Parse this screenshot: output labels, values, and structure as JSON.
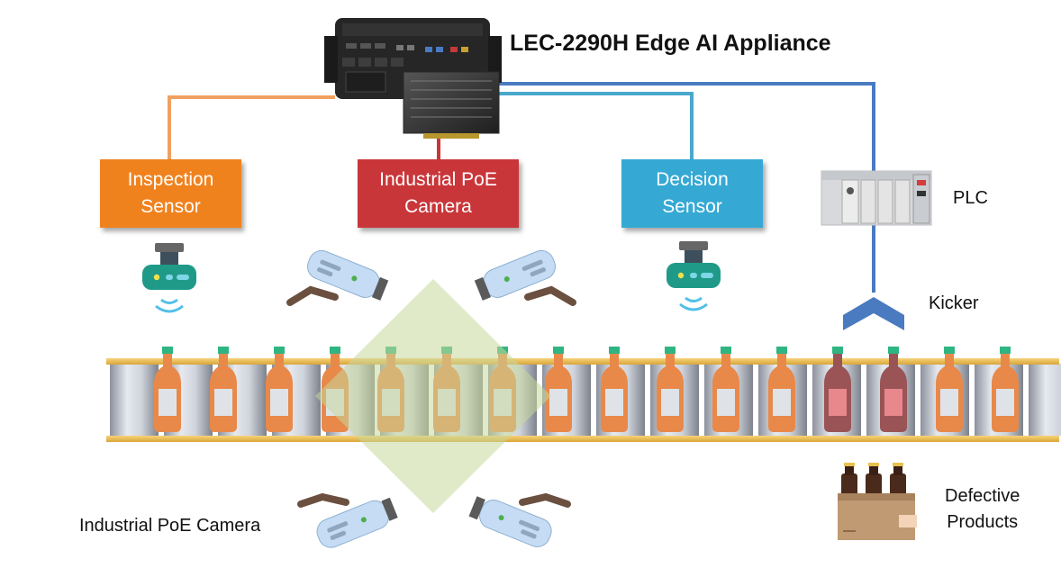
{
  "title": "LEC-2290H Edge AI Appliance",
  "boxes": {
    "inspection": {
      "line1": "Inspection",
      "line2": "Sensor",
      "color": "#f0821e"
    },
    "camera": {
      "line1": "Industrial PoE",
      "line2": "Camera",
      "color": "#c9363a"
    },
    "decision": {
      "line1": "Decision",
      "line2": "Sensor",
      "color": "#35a9d4"
    }
  },
  "labels": {
    "plc": "PLC",
    "kicker": "Kicker",
    "camera_bottom": "Industrial PoE Camera",
    "defective_line1": "Defective",
    "defective_line2": "Products"
  },
  "colors": {
    "line_orange": "#f0a060",
    "line_red": "#c9363a",
    "line_cyan": "#4aa8cc",
    "line_blue": "#4a7bc0",
    "bottle_ok": "#e8894a",
    "bottle_defect": "#9a5456",
    "cap": "#2fb582",
    "inspection_zone": "#c7d79a"
  },
  "icons": {
    "appliance": "edge-ai-appliance-icon",
    "plc": "plc-icon",
    "sensor": "proximity-sensor-icon",
    "camera": "security-camera-icon",
    "kicker": "kicker-arrow-icon",
    "crate": "bottle-crate-icon"
  },
  "conveyor": {
    "bottle_count": 16,
    "defective_positions": [
      13,
      14
    ]
  }
}
